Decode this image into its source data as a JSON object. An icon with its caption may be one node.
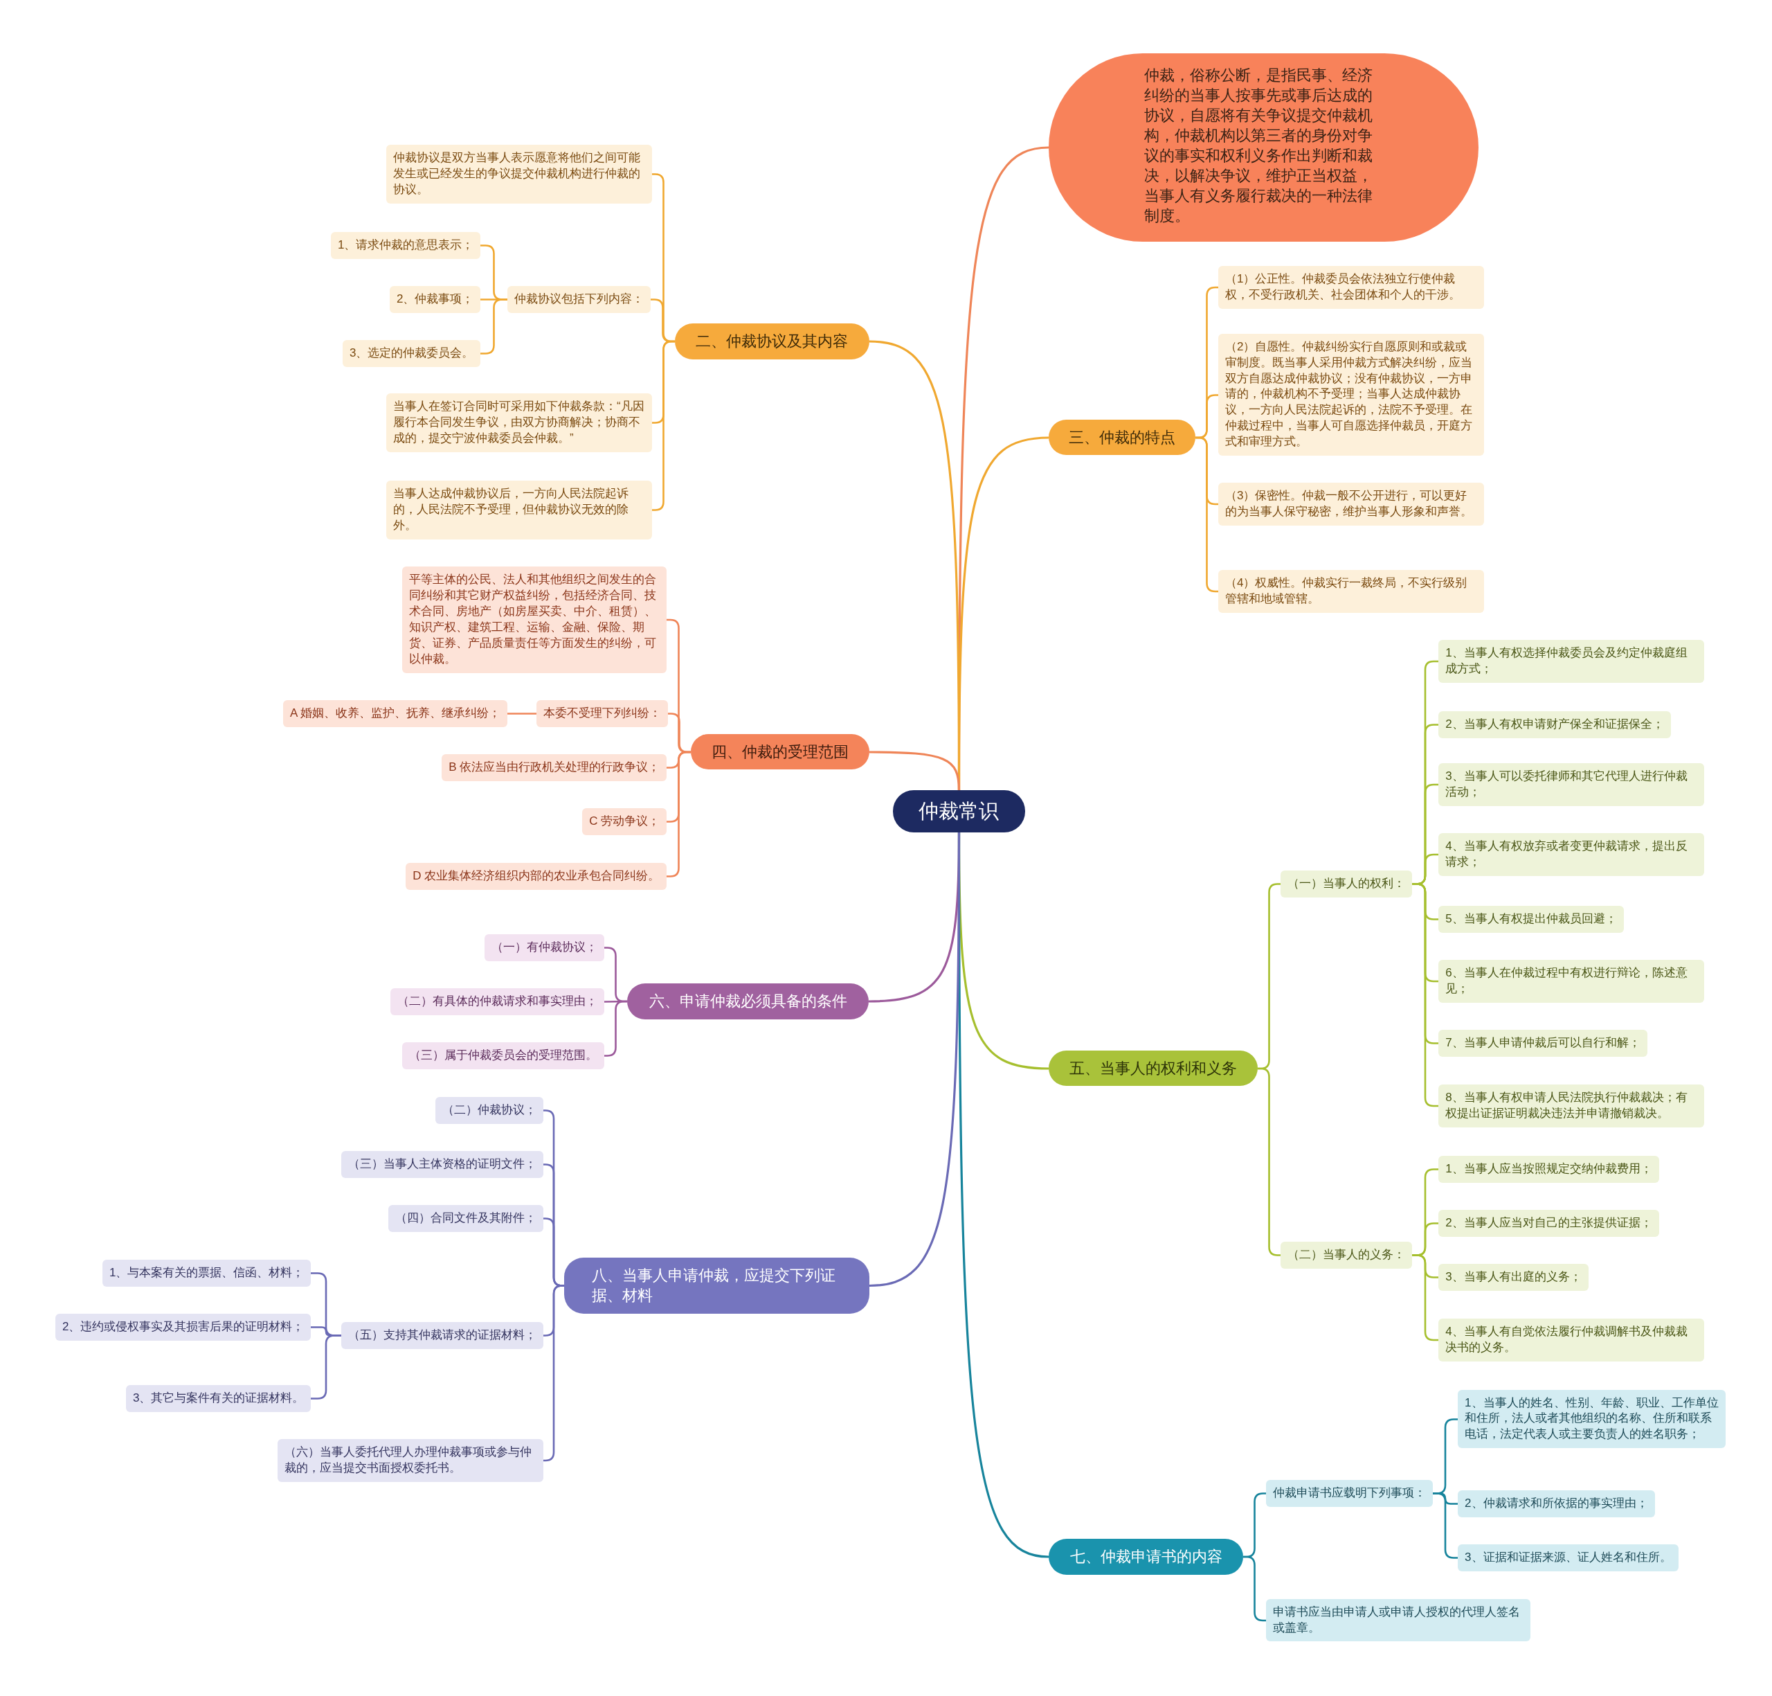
{
  "diagram": {
    "nodes": [
      {
        "text": [
          "仲裁常识"
        ]
      },
      {
        "text": [
          "仲裁，俗称公断，是指民事、经济纠纷的当事人按事先或事后达成的协议，自愿将有关争议提交仲裁机构，仲裁机构以第三者的身份对争议的事实和权利义务作出判断和裁决，以解决争议，维护正当权益，当事人有义务履行裁决的一种法律制度。"
        ]
      },
      {
        "text": [
          "二、仲裁协议及其内容"
        ]
      },
      {
        "text": [
          "仲裁协议是双方当事人表示愿意将他们之间可能发生或已经发生的争议提交仲裁机构进行仲裁的协议。"
        ]
      },
      {
        "text": [
          "仲裁协议包括下列内容："
        ]
      },
      {
        "text": [
          "1、请求仲裁的意思表示；"
        ]
      },
      {
        "text": [
          "2、仲裁事项；"
        ]
      },
      {
        "text": [
          "3、选定的仲裁委员会。"
        ]
      },
      {
        "text": [
          "当事人在签订合同时可采用如下仲裁条款：“凡因履行本合同发生争议，由双方协商解决；协商不成的，提交宁波仲裁委员会仲裁。”"
        ]
      },
      {
        "text": [
          "当事人达成仲裁协议后，一方向人民法院起诉的，人民法院不予受理，但仲裁协议无效的除外。"
        ]
      },
      {
        "text": [
          "三、仲裁的特点"
        ]
      },
      {
        "text": [
          "（1）公正性。仲裁委员会依法独立行使仲裁权，不受行政机关、社会团体和个人的干涉。"
        ]
      },
      {
        "text": [
          "（2）自愿性。仲裁纠纷实行自愿原则和或裁或审制度。既当事人采用仲裁方式解决纠纷，应当双方自愿达成仲裁协议；没有仲裁协议，一方申请的，仲裁机构不予受理；当事人达成仲裁协议，一方向人民法院起诉的，法院不予受理。在仲裁过程中，当事人可自愿选择仲裁员，开庭方式和审理方式。"
        ]
      },
      {
        "text": [
          "（3）保密性。仲裁一般不公开进行，可以更好的为当事人保守秘密，维护当事人形象和声誉。"
        ]
      },
      {
        "text": [
          "（4）权威性。仲裁实行一裁终局，不实行级别管辖和地域管辖。"
        ]
      },
      {
        "text": [
          "四、仲裁的受理范围"
        ]
      },
      {
        "text": [
          "平等主体的公民、法人和其他组织之间发生的合同纠纷和其它财产权益纠纷，包括经济合同、技术合同、房地产（如房屋买卖、中介、租赁）、知识产权、建筑工程、运输、金融、保险、期货、证券、产品质量责任等方面发生的纠纷，可以仲裁。"
        ]
      },
      {
        "text": [
          "本委不受理下列纠纷："
        ]
      },
      {
        "text": [
          "A 婚姻、收养、监护、抚养、继承纠纷；"
        ]
      },
      {
        "text": [
          "B 依法应当由行政机关处理的行政争议；"
        ]
      },
      {
        "text": [
          "C 劳动争议；"
        ]
      },
      {
        "text": [
          "D 农业集体经济组织内部的农业承包合同纠纷。"
        ]
      },
      {
        "text": [
          "五、当事人的权利和义务"
        ]
      },
      {
        "text": [
          "（一）当事人的权利："
        ]
      },
      {
        "text": [
          "1、当事人有权选择仲裁委员会及约定仲裁庭组成方式；"
        ]
      },
      {
        "text": [
          "2、当事人有权申请财产保全和证据保全；"
        ]
      },
      {
        "text": [
          "3、当事人可以委托律师和其它代理人进行仲裁活动；"
        ]
      },
      {
        "text": [
          "4、当事人有权放弃或者变更仲裁请求，提出反请求；"
        ]
      },
      {
        "text": [
          "5、当事人有权提出仲裁员回避；"
        ]
      },
      {
        "text": [
          "6、当事人在仲裁过程中有权进行辩论，陈述意见；"
        ]
      },
      {
        "text": [
          "7、当事人申请仲裁后可以自行和解；"
        ]
      },
      {
        "text": [
          "8、当事人有权申请人民法院执行仲裁裁决；有权提出证据证明裁决违法并申请撤销裁决。"
        ]
      },
      {
        "text": [
          "（二）当事人的义务："
        ]
      },
      {
        "text": [
          "1、当事人应当按照规定交纳仲裁费用；"
        ]
      },
      {
        "text": [
          "2、当事人应当对自己的主张提供证据；"
        ]
      },
      {
        "text": [
          "3、当事人有出庭的义务；"
        ]
      },
      {
        "text": [
          "4、当事人有自觉依法履行仲裁调解书及仲裁裁决书的义务。"
        ]
      },
      {
        "text": [
          "六、申请仲裁必须具备的条件"
        ]
      },
      {
        "text": [
          "（一）有仲裁协议；"
        ]
      },
      {
        "text": [
          "（二）有具体的仲裁请求和事实理由；"
        ]
      },
      {
        "text": [
          "（三）属于仲裁委员会的受理范围。"
        ]
      },
      {
        "text": [
          "七、仲裁申请书的内容"
        ]
      },
      {
        "text": [
          "仲裁申请书应载明下列事项："
        ]
      },
      {
        "text": [
          "1、当事人的姓名、性别、年龄、职业、工作单位和住所，法人或者其他组织的名称、住所和联系电话，法定代表人或主要负责人的姓名职务；"
        ]
      },
      {
        "text": [
          "2、仲裁请求和所依据的事实理由；"
        ]
      },
      {
        "text": [
          "3、证据和证据来源、证人姓名和住所。"
        ]
      },
      {
        "text": [
          "申请书应当由申请人或申请人授权的代理人签名或盖章。"
        ]
      },
      {
        "text": [
          "八、当事人申请仲裁，应提交下列证据、材料"
        ]
      },
      {
        "text": [
          "（二）仲裁协议；"
        ]
      },
      {
        "text": [
          "（三）当事人主体资格的证明文件；"
        ]
      },
      {
        "text": [
          "（四）合同文件及其附件；"
        ]
      },
      {
        "text": [
          "（五）支持其仲裁请求的证据材料；"
        ]
      },
      {
        "text": [
          "1、与本案有关的票据、信函、材料；"
        ]
      },
      {
        "text": [
          "2、违约或侵权事实及其损害后果的证明材料；"
        ]
      },
      {
        "text": [
          "3、其它与案件有关的证据材料。"
        ]
      },
      {
        "text": [
          "（六）当事人委托代理人办理仲裁事项或参与仲裁的，应当提交书面授权委托书。"
        ]
      }
    ],
    "edges": [
      {
        "from": 0,
        "to": 1,
        "arrow": "none",
        "color": "#ef8558"
      },
      {
        "from": 0,
        "to": 2,
        "arrow": "none",
        "color": "#f0a830"
      },
      {
        "from": 0,
        "to": 10,
        "arrow": "none",
        "color": "#f0a830"
      },
      {
        "from": 0,
        "to": 15,
        "arrow": "none",
        "color": "#ef8558"
      },
      {
        "from": 0,
        "to": 22,
        "arrow": "none",
        "color": "#a6bf2e"
      },
      {
        "from": 0,
        "to": 37,
        "arrow": "none",
        "color": "#9c5a9b"
      },
      {
        "from": 0,
        "to": 41,
        "arrow": "none",
        "color": "#17849c"
      },
      {
        "from": 0,
        "to": 47,
        "arrow": "none",
        "color": "#6a6ab5"
      },
      {
        "from": 2,
        "to": 3,
        "arrow": "none",
        "color": "#f0a830"
      },
      {
        "from": 2,
        "to": 4,
        "arrow": "none",
        "color": "#f0a830"
      },
      {
        "from": 2,
        "to": 8,
        "arrow": "none",
        "color": "#f0a830"
      },
      {
        "from": 2,
        "to": 9,
        "arrow": "none",
        "color": "#f0a830"
      },
      {
        "from": 4,
        "to": 5,
        "arrow": "none",
        "color": "#f0a830"
      },
      {
        "from": 4,
        "to": 6,
        "arrow": "none",
        "color": "#f0a830"
      },
      {
        "from": 4,
        "to": 7,
        "arrow": "none",
        "color": "#f0a830"
      },
      {
        "from": 10,
        "to": 11,
        "arrow": "none",
        "color": "#f0a830"
      },
      {
        "from": 10,
        "to": 12,
        "arrow": "none",
        "color": "#f0a830"
      },
      {
        "from": 10,
        "to": 13,
        "arrow": "none",
        "color": "#f0a830"
      },
      {
        "from": 10,
        "to": 14,
        "arrow": "none",
        "color": "#f0a830"
      },
      {
        "from": 15,
        "to": 16,
        "arrow": "none",
        "color": "#ef8558"
      },
      {
        "from": 15,
        "to": 17,
        "arrow": "none",
        "color": "#ef8558"
      },
      {
        "from": 15,
        "to": 19,
        "arrow": "none",
        "color": "#ef8558"
      },
      {
        "from": 15,
        "to": 20,
        "arrow": "none",
        "color": "#ef8558"
      },
      {
        "from": 15,
        "to": 21,
        "arrow": "none",
        "color": "#ef8558"
      },
      {
        "from": 17,
        "to": 18,
        "arrow": "none",
        "color": "#ef8558"
      },
      {
        "from": 22,
        "to": 23,
        "arrow": "none",
        "color": "#a6bf2e"
      },
      {
        "from": 22,
        "to": 32,
        "arrow": "none",
        "color": "#a6bf2e"
      },
      {
        "from": 23,
        "to": 24,
        "arrow": "none",
        "color": "#a6bf2e"
      },
      {
        "from": 23,
        "to": 25,
        "arrow": "none",
        "color": "#a6bf2e"
      },
      {
        "from": 23,
        "to": 26,
        "arrow": "none",
        "color": "#a6bf2e"
      },
      {
        "from": 23,
        "to": 27,
        "arrow": "none",
        "color": "#a6bf2e"
      },
      {
        "from": 23,
        "to": 28,
        "arrow": "none",
        "color": "#a6bf2e"
      },
      {
        "from": 23,
        "to": 29,
        "arrow": "none",
        "color": "#a6bf2e"
      },
      {
        "from": 23,
        "to": 30,
        "arrow": "none",
        "color": "#a6bf2e"
      },
      {
        "from": 23,
        "to": 31,
        "arrow": "none",
        "color": "#a6bf2e"
      },
      {
        "from": 32,
        "to": 33,
        "arrow": "none",
        "color": "#a6bf2e"
      },
      {
        "from": 32,
        "to": 34,
        "arrow": "none",
        "color": "#a6bf2e"
      },
      {
        "from": 32,
        "to": 35,
        "arrow": "none",
        "color": "#a6bf2e"
      },
      {
        "from": 32,
        "to": 36,
        "arrow": "none",
        "color": "#a6bf2e"
      },
      {
        "from": 37,
        "to": 38,
        "arrow": "none",
        "color": "#9c5a9b"
      },
      {
        "from": 37,
        "to": 39,
        "arrow": "none",
        "color": "#9c5a9b"
      },
      {
        "from": 37,
        "to": 40,
        "arrow": "none",
        "color": "#9c5a9b"
      },
      {
        "from": 41,
        "to": 42,
        "arrow": "none",
        "color": "#17849c"
      },
      {
        "from": 41,
        "to": 46,
        "arrow": "none",
        "color": "#17849c"
      },
      {
        "from": 42,
        "to": 43,
        "arrow": "none",
        "color": "#17849c"
      },
      {
        "from": 42,
        "to": 44,
        "arrow": "none",
        "color": "#17849c"
      },
      {
        "from": 42,
        "to": 45,
        "arrow": "none",
        "color": "#17849c"
      },
      {
        "from": 47,
        "to": 48,
        "arrow": "none",
        "color": "#6a6ab5"
      },
      {
        "from": 47,
        "to": 49,
        "arrow": "none",
        "color": "#6a6ab5"
      },
      {
        "from": 47,
        "to": 50,
        "arrow": "none",
        "color": "#6a6ab5"
      },
      {
        "from": 47,
        "to": 51,
        "arrow": "none",
        "color": "#6a6ab5"
      },
      {
        "from": 47,
        "to": 55,
        "arrow": "none",
        "color": "#6a6ab5"
      },
      {
        "from": 51,
        "to": 52,
        "arrow": "none",
        "color": "#6a6ab5"
      },
      {
        "from": 51,
        "to": 53,
        "arrow": "none",
        "color": "#6a6ab5"
      },
      {
        "from": 51,
        "to": 54,
        "arrow": "none",
        "color": "#6a6ab5"
      }
    ]
  }
}
